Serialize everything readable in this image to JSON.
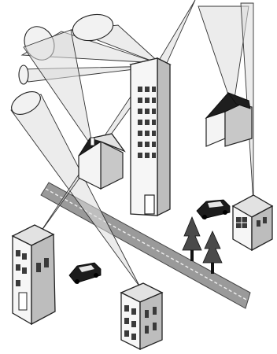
{
  "scene": {
    "kind": "line-art illustration",
    "elements": {
      "tall_tower": "office building",
      "houses": 2,
      "small_buildings": 2,
      "cars": 2,
      "trees": 2,
      "road": 1,
      "signal_beams": 6
    },
    "colors": {
      "line": "#222222",
      "beam_fill": "#dcdcdc",
      "road": "#9a9a9a",
      "dark": "#1c1c1c"
    },
    "icons": [
      "building-icon",
      "house-icon",
      "car-icon",
      "tree-icon"
    ]
  }
}
